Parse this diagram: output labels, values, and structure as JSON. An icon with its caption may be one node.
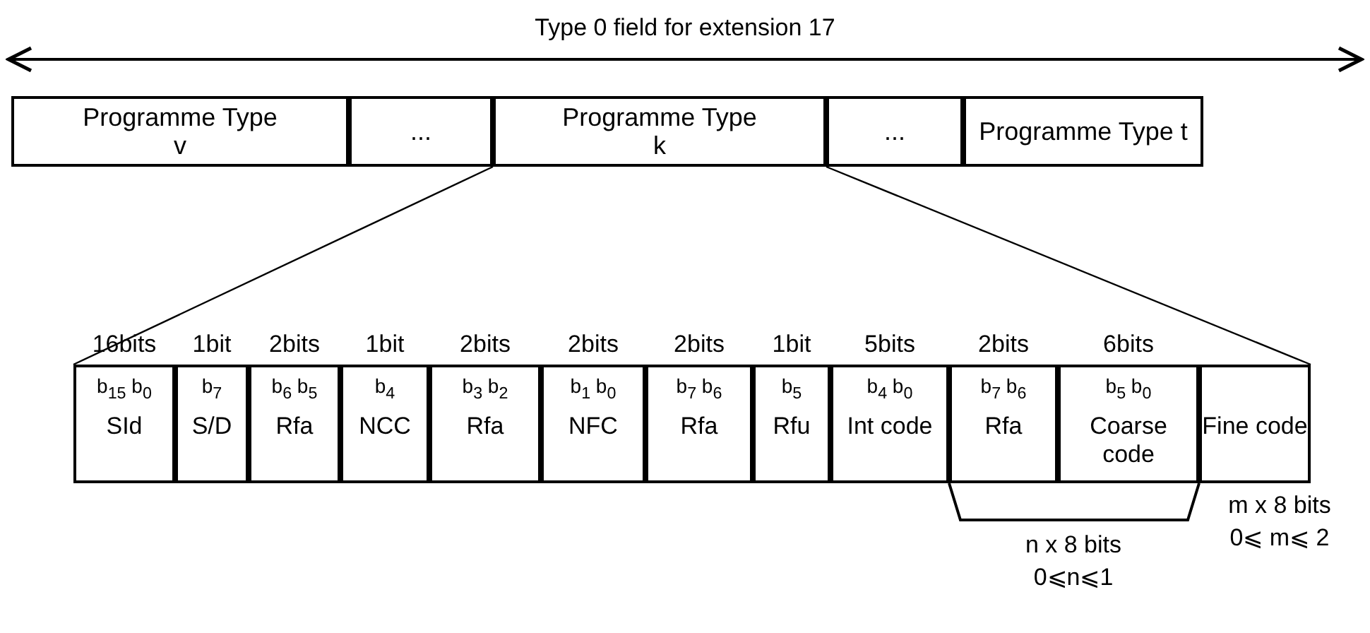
{
  "diagram": {
    "title": "Type 0 field for extension 17",
    "nodes": [
      {
        "text": [
          "Programme Type v"
        ]
      },
      {
        "text": [
          "..."
        ]
      },
      {
        "text": [
          "Programme Type k"
        ]
      },
      {
        "text": [
          "..."
        ]
      },
      {
        "text": [
          "Programme Type t"
        ]
      },
      {
        "text": [
          "b$_{15}$ b$_{0}$",
          "SId"
        ],
        "beside": [
          "16bits"
        ]
      },
      {
        "text": [
          "b$_{7}$",
          "S/D"
        ],
        "beside": [
          "1bit"
        ]
      },
      {
        "text": [
          "b$_{6}$ b$_{5}$",
          "Rfa"
        ],
        "beside": [
          "2bits"
        ]
      },
      {
        "text": [
          "b$_{4}$",
          "NCC"
        ],
        "beside": [
          "1bit"
        ]
      },
      {
        "text": [
          "b$_{3}$ b$_{2}$",
          "Rfa"
        ],
        "beside": [
          "2bits"
        ]
      },
      {
        "text": [
          "b$_{1}$ b$_{0}$",
          "NFC"
        ],
        "beside": [
          "2bits"
        ]
      },
      {
        "text": [
          "b$_{7}$ b$_{6}$",
          "Rfa"
        ],
        "beside": [
          "2bits"
        ]
      },
      {
        "text": [
          "b$_{5}$",
          "Rfu"
        ],
        "beside": [
          "1bit"
        ]
      },
      {
        "text": [
          "b$_{4}$ b$_{0}$",
          "Int code"
        ],
        "beside": [
          "5bits"
        ]
      },
      {
        "text": [
          "b$_{7}$ b$_{6}$",
          "Rfa"
        ],
        "beside": [
          "2bits"
        ]
      },
      {
        "text": [
          "b$_{5}$ b$_{0}$",
          "Coarse code"
        ],
        "beside": [
          "6bits"
        ]
      },
      {
        "text": [
          "Fine code"
        ]
      }
    ],
    "edges": [
      {
        "from": 2,
        "to": 5,
        "arrow": "none"
      },
      {
        "from": 2,
        "to": 16,
        "arrow": "none"
      }
    ],
    "labels": [
      "n x 8 bits",
      "0⩽n⩽1",
      "m x 8 bits",
      "0⩽ m⩽ 2"
    ]
  }
}
